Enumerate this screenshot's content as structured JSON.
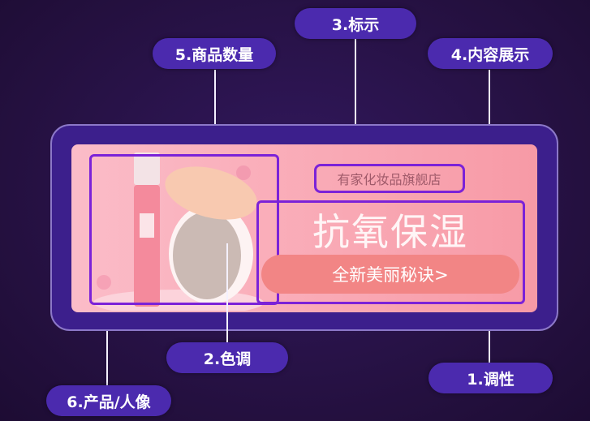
{
  "labels": {
    "tone": "1.调性",
    "color": "2.色调",
    "logo": "3.标示",
    "content": "4.内容展示",
    "count": "5.商品数量",
    "product": "6.产品/人像"
  },
  "banner": {
    "store_name": "有家化妆品旗舰店",
    "headline": "抗氧保湿",
    "cta": "全新美丽秘诀>"
  },
  "colors": {
    "pill": "#4b2aae",
    "frame": "#3c1f8c",
    "highlight": "#7b22d8",
    "cta": "#f28585"
  }
}
